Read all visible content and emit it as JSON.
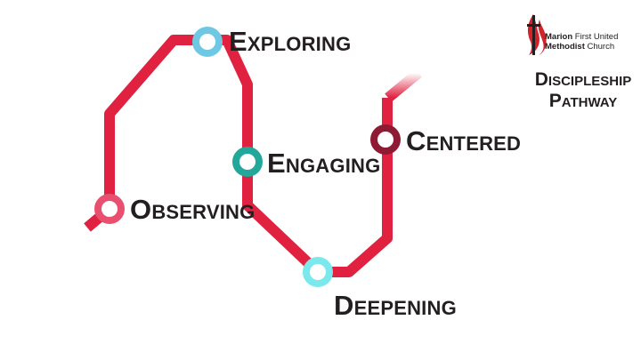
{
  "colors": {
    "route": "#e0213f",
    "text": "#231f20",
    "logo_red": "#d2232a"
  },
  "stops": [
    {
      "id": "observing",
      "first": "O",
      "rest": "BSERVING",
      "ring": "#e94f6e"
    },
    {
      "id": "exploring",
      "first": "E",
      "rest": "XPLORING",
      "ring": "#6ec8e4"
    },
    {
      "id": "engaging",
      "first": "E",
      "rest": "NGAGING",
      "ring": "#23a79b"
    },
    {
      "id": "deepening",
      "first": "D",
      "rest": "EEPENING",
      "ring": "#7be8ee"
    },
    {
      "id": "centered",
      "first": "C",
      "rest": "ENTERED",
      "ring": "#8e1a33"
    }
  ],
  "logo": {
    "line1_bold": "Marion",
    "line1_light": "First United",
    "line2_bold": "Methodist",
    "line2_light": "Church",
    "icon": "cross-and-flame-icon"
  },
  "title": {
    "line1_first": "D",
    "line1_rest": "ISCIPLESHIP",
    "line2_first": "P",
    "line2_rest": "ATHWAY"
  }
}
